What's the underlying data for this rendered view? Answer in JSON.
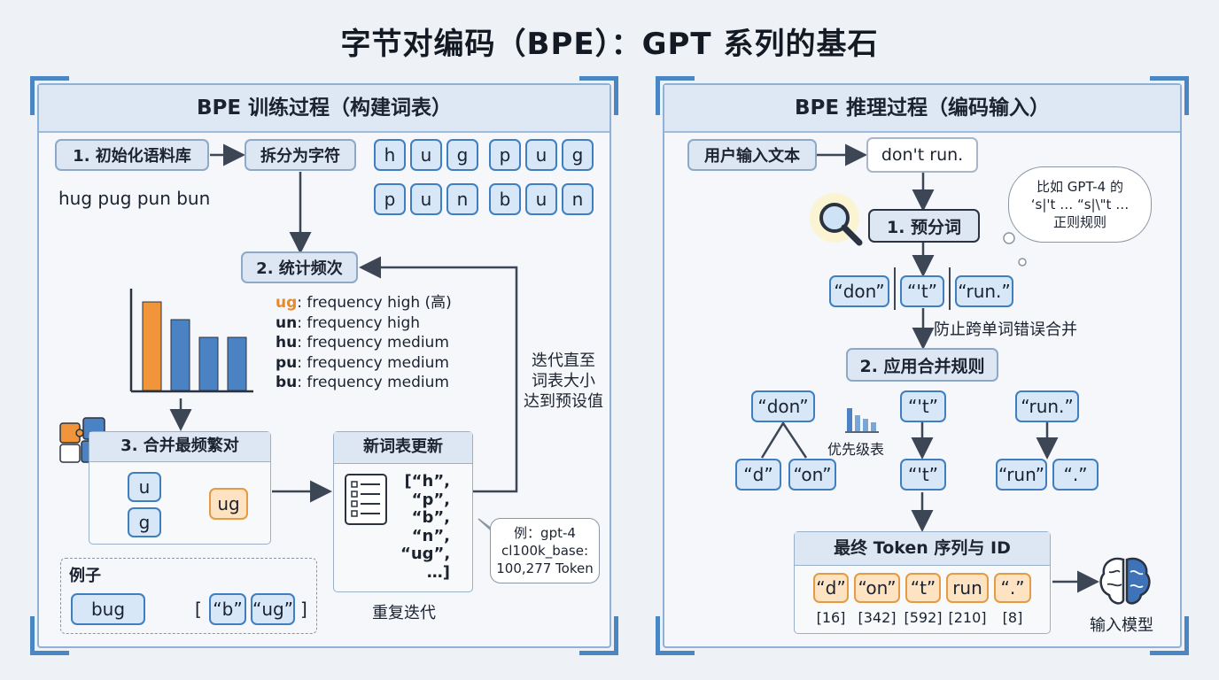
{
  "title": "字节对编码（BPE）：GPT 系列的基石",
  "left": {
    "header": "BPE 训练过程（构建词表）",
    "step1": "1. 初始化语料库",
    "corpus": "hug pug pun bun",
    "split": "拆分为字符",
    "chars_row1": [
      "h",
      "u",
      "g",
      "p",
      "u",
      "g"
    ],
    "chars_row2": [
      "p",
      "u",
      "n",
      "b",
      "u",
      "n"
    ],
    "step2": "2. 统计频次",
    "chart_data": {
      "type": "bar",
      "values": [
        5,
        4,
        3,
        3
      ],
      "colors": [
        "#f0953a",
        "#4a82c3",
        "#4a82c3",
        "#4a82c3"
      ]
    },
    "freqs": [
      {
        "pair": "ug",
        "text": ": frequency high (高)"
      },
      {
        "pair": "un",
        "text": ": frequency high"
      },
      {
        "pair": "hu",
        "text": ": frequency medium"
      },
      {
        "pair": "pu",
        "text": ": frequency medium"
      },
      {
        "pair": "bu",
        "text": ": frequency medium"
      }
    ],
    "iterate": [
      "迭代直至",
      "词表大小",
      "达到预设值"
    ],
    "step3": "3. 合并最频繁对",
    "merge_a": "u",
    "merge_b": "g",
    "merge_out": "ug",
    "vocab_head": "新词表更新",
    "vocab_list": [
      "[“h”,",
      "“p”,",
      "“b”,",
      "“n”,",
      "“ug”,",
      "…]"
    ],
    "vocab_note": [
      "例：gpt-4",
      "cl100k_base:",
      "100,277 Token"
    ],
    "repeat": "重复迭代",
    "example_head": "例子",
    "example_word": "bug",
    "example_open": "[",
    "example_t1": "“b”",
    "example_t2": "“ug”",
    "example_close": "]"
  },
  "right": {
    "header": "BPE 推理过程（编码输入）",
    "user_input": "用户输入文本",
    "input_text": "don't run.",
    "step1": "1. 预分词",
    "cloud": [
      "比如 GPT-4 的",
      "‘s|'t … “s|\\\"t …",
      "正则规则"
    ],
    "pre_tokens": [
      "“don”",
      "“'t”",
      "“run.”"
    ],
    "prevent": "防止跨单词错误合并",
    "step2": "2. 应用合并规则",
    "don": "“don”",
    "d": "“d”",
    "on": "“on”",
    "priority": "优先级表",
    "t_in": "“'t”",
    "t_out": "“'t”",
    "run_in": "“run.”",
    "run": "“run”",
    "dot": "“.”",
    "final_head": "最终 Token 序列与 ID",
    "final_tokens": [
      "“d”",
      "“on”",
      "“t”",
      "run",
      "“.”"
    ],
    "final_ids": [
      "[16]",
      "[342]",
      "[592]",
      "[210]",
      "[8]"
    ],
    "model": "输入模型"
  },
  "colors": {
    "accent": "#3f7fc0",
    "orange": "#e59a44",
    "panel_border": "#8fb1d6"
  }
}
